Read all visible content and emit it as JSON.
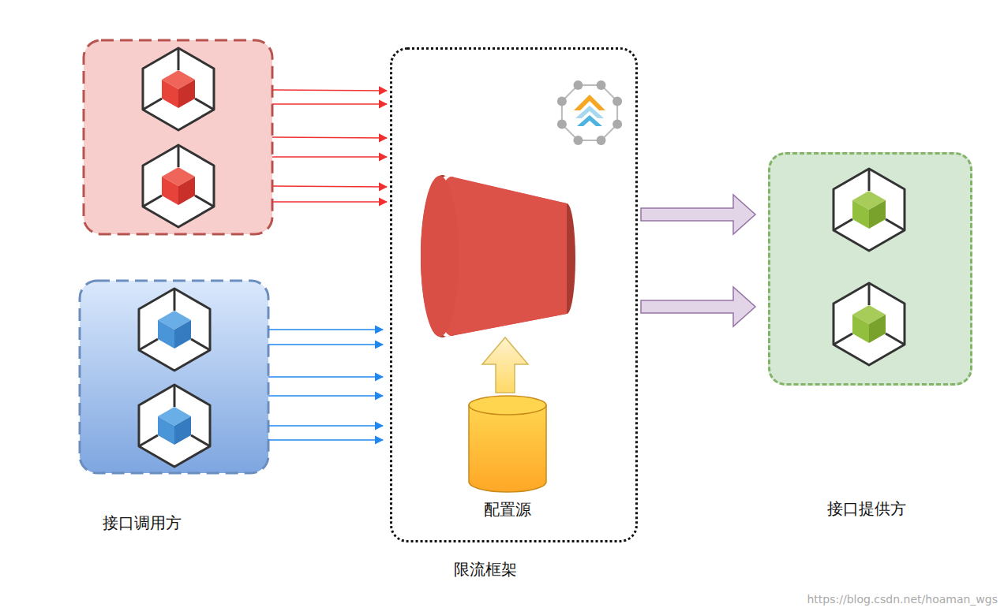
{
  "diagram": {
    "nodes": [
      {
        "text": [
          "限流框架"
        ]
      },
      {
        "text": [
          "配置源"
        ],
        "in": 0
      },
      {
        "text": [
          "接口提供方"
        ]
      }
    ],
    "edges": [
      {
        "from": 0,
        "to": 2,
        "arrow": "to"
      },
      {
        "from": 0,
        "to": 2,
        "arrow": "to"
      }
    ],
    "labels": [
      "接口调用方",
      "https://blog.csdn.net/hoaman_wgs"
    ]
  }
}
